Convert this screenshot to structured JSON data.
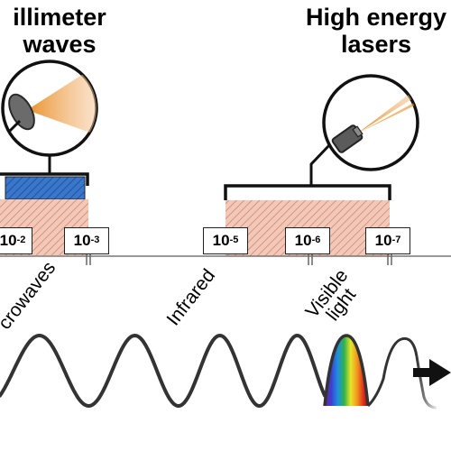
{
  "titles": {
    "millimeter": "illimeter\nwaves",
    "lasers": "High energy\nlasers"
  },
  "ticks": [
    {
      "base": "10",
      "exp": "-2"
    },
    {
      "base": "10",
      "exp": "-3"
    },
    {
      "base": "10",
      "exp": "-5"
    },
    {
      "base": "10",
      "exp": "-6"
    },
    {
      "base": "10",
      "exp": "-7"
    }
  ],
  "regions": {
    "microwaves": "crowaves",
    "infrared": "Infrared",
    "visible": "Visible\nlight"
  },
  "colors": {
    "band_fill": "#f2c9b8",
    "band_hatch": "#d99380",
    "mmwave_fill": "#3a76c9",
    "beam": "#e98b20",
    "wave": "#333333"
  },
  "icons": [
    "satellite-dish-icon",
    "laser-emitter-icon",
    "arrow-right-icon"
  ]
}
